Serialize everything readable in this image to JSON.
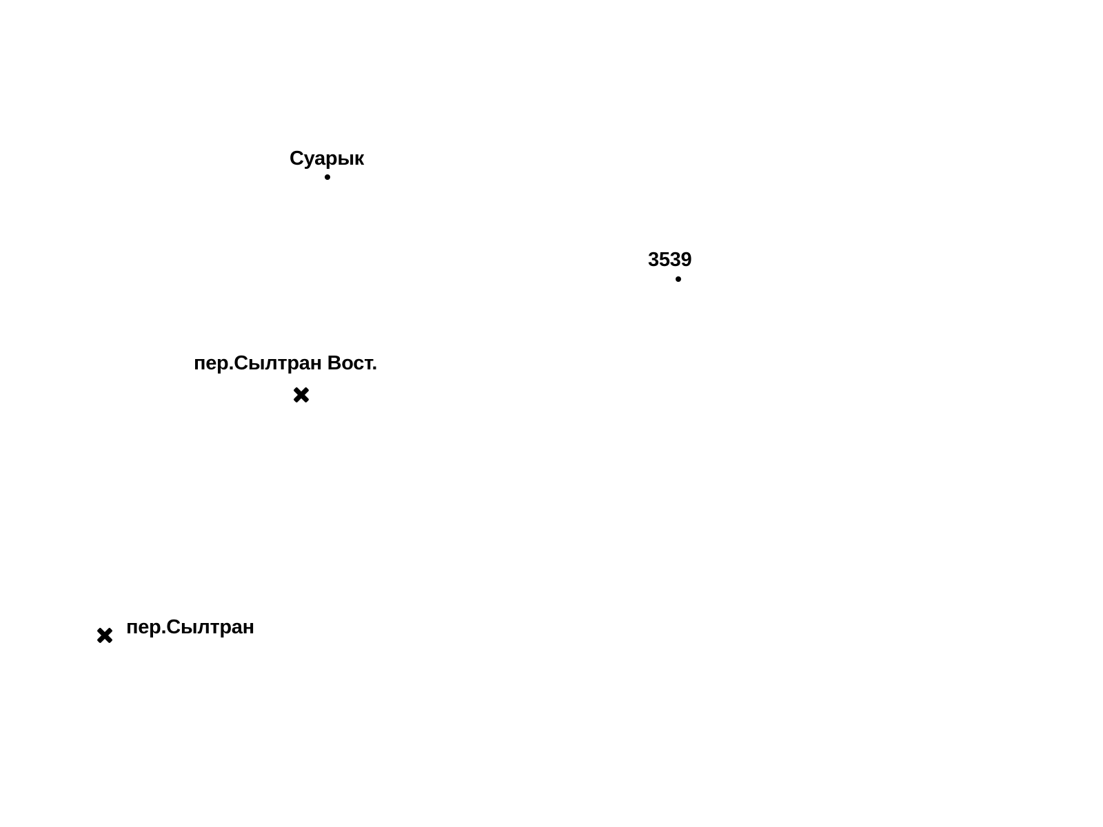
{
  "map": {
    "features": [
      {
        "id": "suaryk",
        "label": "Суарык",
        "symbol": "dot-icon"
      },
      {
        "id": "peak-3539",
        "label": "3539",
        "symbol": "dot-icon"
      },
      {
        "id": "pass-east",
        "label": "пер.Сылтран Вост.",
        "symbol": "pass-cross-icon"
      },
      {
        "id": "pass",
        "label": "пер.Сылтран",
        "symbol": "pass-cross-icon"
      }
    ],
    "colors": {
      "background": "#ffffff",
      "ink": "#000000"
    }
  }
}
